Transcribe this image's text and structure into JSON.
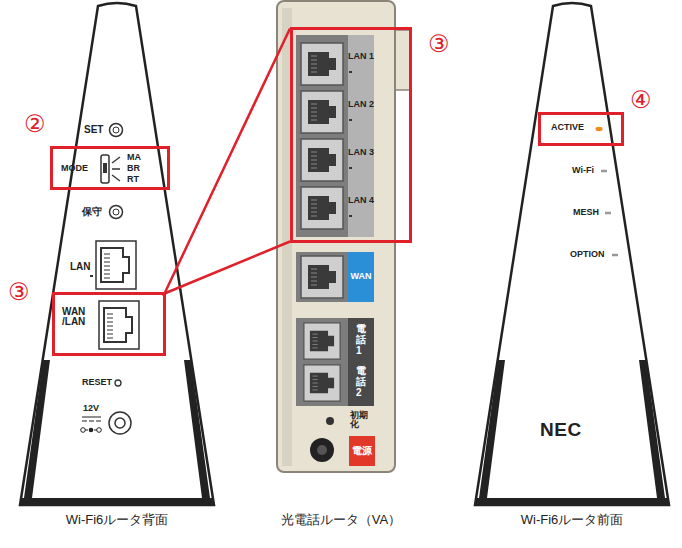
{
  "diagram": {
    "nodes": [
      {
        "text": [
          "MODE",
          "MA",
          "BR",
          "RT"
        ]
      },
      {
        "text": [
          "WAN /LAN"
        ]
      },
      {
        "text": [
          "LAN 1",
          "LAN 2",
          "LAN 3",
          "LAN 4"
        ]
      },
      {
        "text": [
          "ACTIVE"
        ]
      }
    ],
    "edges": [
      {
        "from": 1,
        "to": 2,
        "arrow": "none"
      }
    ],
    "labels": [
      "②",
      "SET",
      "保守",
      "LAN",
      "③",
      "RESET",
      "12V",
      "Wi-Fi6ルータ背面",
      "③",
      "WAN",
      "電話1",
      "電話2",
      "初期化",
      "電源",
      "光電話ルータ（VA）",
      "④",
      "Wi-Fi",
      "MESH",
      "OPTION",
      "NEC",
      "Wi-Fi6ルータ前面"
    ]
  }
}
